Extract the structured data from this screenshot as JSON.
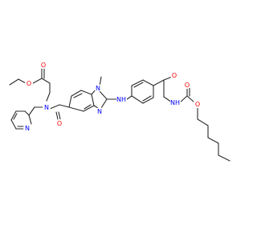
{
  "molecule": {
    "atoms": [
      {
        "label": "O",
        "color": "#ff0000"
      },
      {
        "label": "O",
        "color": "#ff0000"
      },
      {
        "label": "N",
        "color": "#0000ff"
      },
      {
        "label": "N",
        "color": "#0000ff"
      },
      {
        "label": "O",
        "color": "#ff0000"
      },
      {
        "label": "N",
        "color": "#0000ff"
      },
      {
        "label": "N",
        "color": "#0000ff"
      },
      {
        "label": "NH",
        "color": "#0000ff"
      },
      {
        "label": "O",
        "color": "#ff0000"
      },
      {
        "label": "O",
        "color": "#ff0000"
      },
      {
        "label": "NH",
        "color": "#0000ff"
      },
      {
        "label": "O",
        "color": "#ff0000"
      }
    ]
  }
}
